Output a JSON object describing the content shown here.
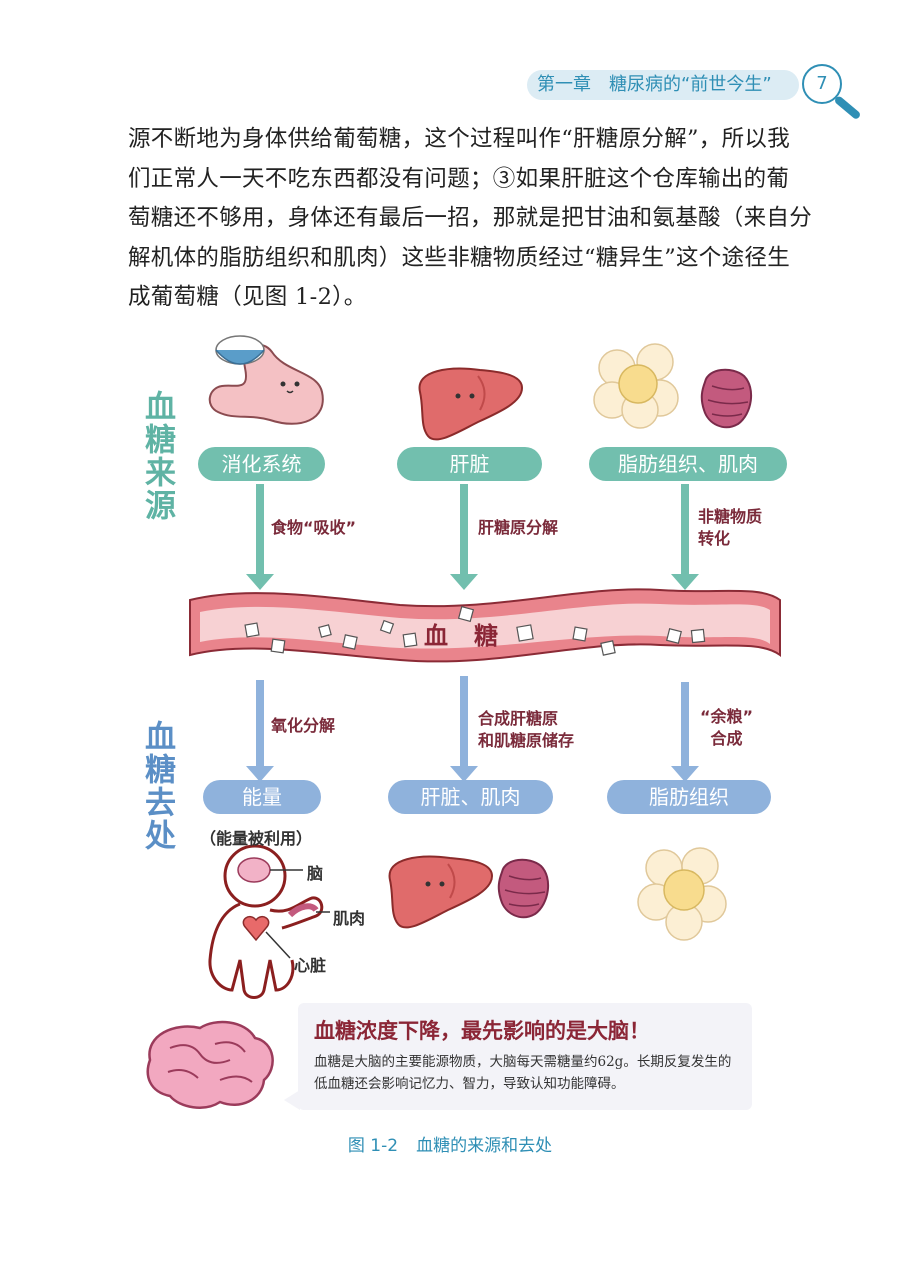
{
  "header": {
    "chapter": "第一章",
    "title": "糖尿病的“前世今生”",
    "page_number": "7"
  },
  "body_lines": [
    "源不断地为身体供给葡萄糖，这个过程叫作“肝糖原分解”，所以我",
    "们正常人一天不吃东西都没有问题；③如果肝脏这个仓库输出的葡",
    "萄糖还不够用，身体还有最后一招，那就是把甘油和氨基酸（来自分",
    "解机体的脂肪组织和肌肉）这些非糖物质经过“糖异生”这个途径生",
    "成葡萄糖（见图 1-2）。"
  ],
  "figure": {
    "source_label": "血糖来源",
    "dest_label": "血糖去处",
    "sources": [
      "消化系统",
      "肝脏",
      "脂肪组织、肌肉"
    ],
    "source_arrows": [
      "食物“吸收”",
      "肝糖原分解",
      "非糖物质\n转化"
    ],
    "vessel_label": "血糖",
    "dest_arrows": [
      "氧化分解",
      "合成肝糖原\n和肌糖原储存",
      "“余粮”\n合成"
    ],
    "destinations": [
      "能量",
      "肝脏、肌肉",
      "脂肪组织"
    ],
    "energy_note": "（能量被利用）",
    "body_parts": [
      "脑",
      "肌肉",
      "心脏"
    ],
    "callout": {
      "title": "血糖浓度下降，最先影响的是大脑！",
      "text": "血糖是大脑的主要能源物质，大脑每天需糖量约62g。长期反复发生的低血糖还会影响记忆力、智力，导致认知功能障碍。"
    },
    "caption_number": "图 1-2",
    "caption_title": "血糖的来源和去处"
  },
  "colors": {
    "accent_blue": "#2f8fb5",
    "source_green": "#72bfae",
    "dest_blue": "#8fb2dc",
    "vessel_pink": "#e9848c",
    "label_maroon": "#7a2a3a"
  }
}
